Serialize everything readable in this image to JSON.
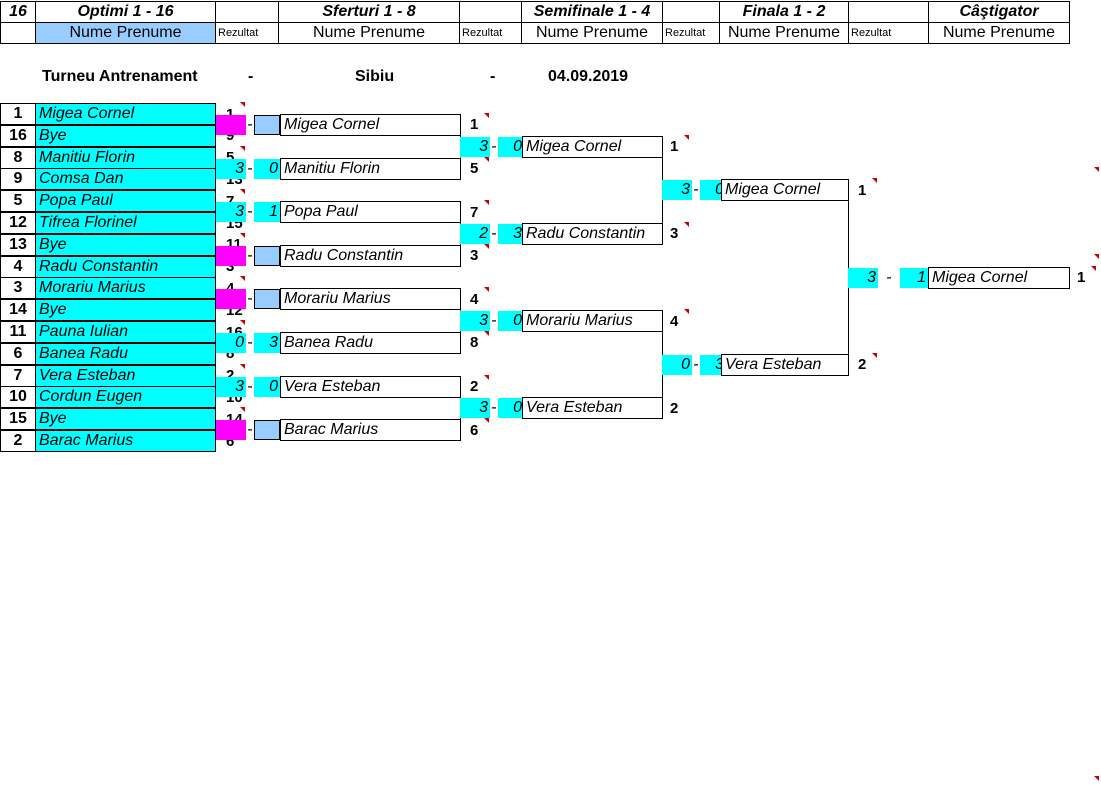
{
  "header": {
    "count": "16",
    "rounds": [
      "Optimi 1 - 16",
      "Sferturi 1 - 8",
      "Semifinale 1 - 4",
      "Finala 1 - 2",
      "Câştigator"
    ],
    "name_label": "Nume Prenume",
    "result_label": "Rezultat"
  },
  "tournament": {
    "name": "Turneu Antrenament",
    "sep": "-",
    "city": "Sibiu",
    "date": "04.09.2019"
  },
  "round16": [
    {
      "seed": "1",
      "name": "Migea Cornel",
      "rank": "1"
    },
    {
      "seed": "16",
      "name": "Bye",
      "rank": "9"
    },
    {
      "seed": "8",
      "name": "Manitiu Florin",
      "rank": "5"
    },
    {
      "seed": "9",
      "name": "Comsa Dan",
      "rank": "13"
    },
    {
      "seed": "5",
      "name": "Popa Paul",
      "rank": "7"
    },
    {
      "seed": "12",
      "name": "Tifrea Florinel",
      "rank": "15"
    },
    {
      "seed": "13",
      "name": "Bye",
      "rank": "11"
    },
    {
      "seed": "4",
      "name": "Radu Constantin",
      "rank": "3"
    },
    {
      "seed": "3",
      "name": "Morariu Marius",
      "rank": "4"
    },
    {
      "seed": "14",
      "name": "Bye",
      "rank": "12"
    },
    {
      "seed": "11",
      "name": "Pauna Iulian",
      "rank": "16"
    },
    {
      "seed": "6",
      "name": "Banea Radu",
      "rank": "8"
    },
    {
      "seed": "7",
      "name": "Vera Esteban",
      "rank": "2"
    },
    {
      "seed": "10",
      "name": "Cordun Eugen",
      "rank": "10"
    },
    {
      "seed": "15",
      "name": "Bye",
      "rank": "14"
    },
    {
      "seed": "2",
      "name": "Barac Marius",
      "rank": "6"
    }
  ],
  "quarters": [
    {
      "s1": "",
      "s2": "",
      "name": "Migea Cornel",
      "rank": "1",
      "bye": true
    },
    {
      "s1": "3",
      "s2": "0",
      "name": "Manitiu Florin",
      "rank": "5",
      "bye": false
    },
    {
      "s1": "3",
      "s2": "1",
      "name": "Popa Paul",
      "rank": "7",
      "bye": false
    },
    {
      "s1": "",
      "s2": "",
      "name": "Radu Constantin",
      "rank": "3",
      "bye": true
    },
    {
      "s1": "",
      "s2": "",
      "name": "Morariu Marius",
      "rank": "4",
      "bye": true
    },
    {
      "s1": "0",
      "s2": "3",
      "name": "Banea Radu",
      "rank": "8",
      "bye": false
    },
    {
      "s1": "3",
      "s2": "0",
      "name": "Vera Esteban",
      "rank": "2",
      "bye": false
    },
    {
      "s1": "",
      "s2": "",
      "name": "Barac Marius",
      "rank": "6",
      "bye": true
    }
  ],
  "semis": [
    {
      "s1": "3",
      "s2": "0",
      "name": "Migea Cornel",
      "rank": "1"
    },
    {
      "s1": "2",
      "s2": "3",
      "name": "Radu Constantin",
      "rank": "3"
    },
    {
      "s1": "3",
      "s2": "0",
      "name": "Morariu Marius",
      "rank": "4"
    },
    {
      "s1": "3",
      "s2": "0",
      "name": "Vera Esteban",
      "rank": "2"
    }
  ],
  "finals": [
    {
      "s1": "3",
      "s2": "0",
      "name": "Migea Cornel",
      "rank": "1"
    },
    {
      "s1": "0",
      "s2": "3",
      "name": "Vera Esteban",
      "rank": "2"
    }
  ],
  "winner": {
    "s1": "3",
    "s2": "1",
    "name": "Migea Cornel",
    "rank": "1"
  },
  "colors": {
    "player_cell": "#00ffff",
    "bye_score": "#ff00ff",
    "header_blue": "#99ccff",
    "comment_marker": "#cc0000"
  }
}
